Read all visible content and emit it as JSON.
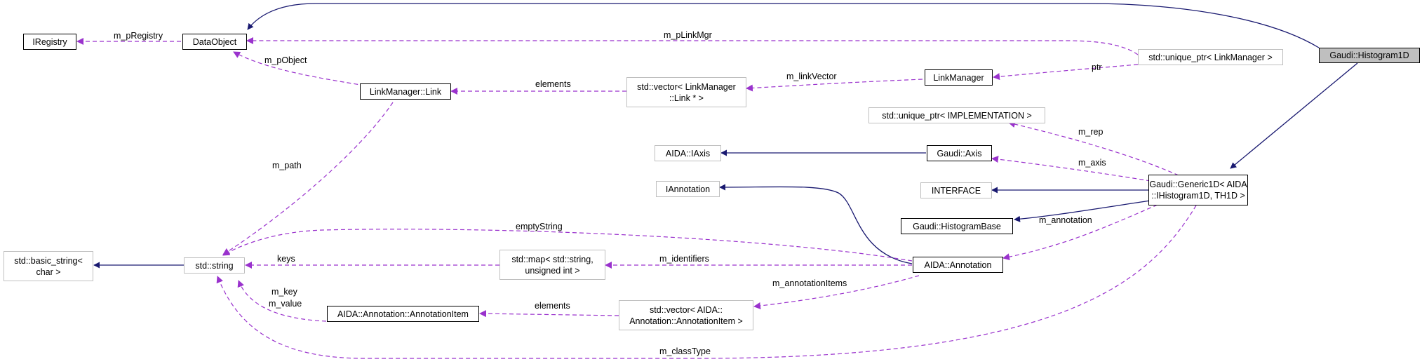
{
  "nodes": {
    "histogram1d": "Gaudi::Histogram1D",
    "data_object": "DataObject",
    "iregistry": "IRegistry",
    "unique_ptr_linkmanager": "std::unique_ptr< LinkManager >",
    "link_manager": "LinkManager",
    "link_manager_link": "LinkManager::Link",
    "vector_link_line1": "std::vector< LinkManager",
    "vector_link_line2": "::Link * >",
    "unique_ptr_impl": "std::unique_ptr< IMPLEMENTATION >",
    "aida_iaxis": "AIDA::IAxis",
    "gaudi_axis": "Gaudi::Axis",
    "generic1d_line1": "Gaudi::Generic1D< AIDA",
    "generic1d_line2": "::IHistogram1D, TH1D >",
    "interface": "INTERFACE",
    "iannotation": "IAnnotation",
    "histogram_base": "Gaudi::HistogramBase",
    "aida_annotation": "AIDA::Annotation",
    "basic_string_line1": "std::basic_string<",
    "basic_string_line2": "char >",
    "std_string": "std::string",
    "map_line1": "std::map< std::string,",
    "map_line2": "unsigned int >",
    "annotation_item": "AIDA::Annotation::AnnotationItem",
    "vector_item_line1": "std::vector< AIDA::",
    "vector_item_line2": "Annotation::AnnotationItem >"
  },
  "edge_labels": {
    "m_pRegistry": "m_pRegistry",
    "m_pLinkMgr": "m_pLinkMgr",
    "m_pObject": "m_pObject",
    "ptr": "ptr",
    "m_linkVector": "m_linkVector",
    "elements_links": "elements",
    "m_rep": "m_rep",
    "m_axis": "m_axis",
    "m_path": "m_path",
    "emptyString": "emptyString",
    "m_annotation": "m_annotation",
    "keys": "keys",
    "m_identifiers": "m_identifiers",
    "m_annotationItems": "m_annotationItems",
    "m_key": "m_key",
    "m_value": "m_value",
    "elements_items": "elements",
    "m_classType": "m_classType"
  },
  "colors": {
    "inheritance_edge": "#191970",
    "usage_edge": "#9a32cd",
    "current_node_fill": "#bfbfbf",
    "external_node_border": "#bfbfbf"
  }
}
